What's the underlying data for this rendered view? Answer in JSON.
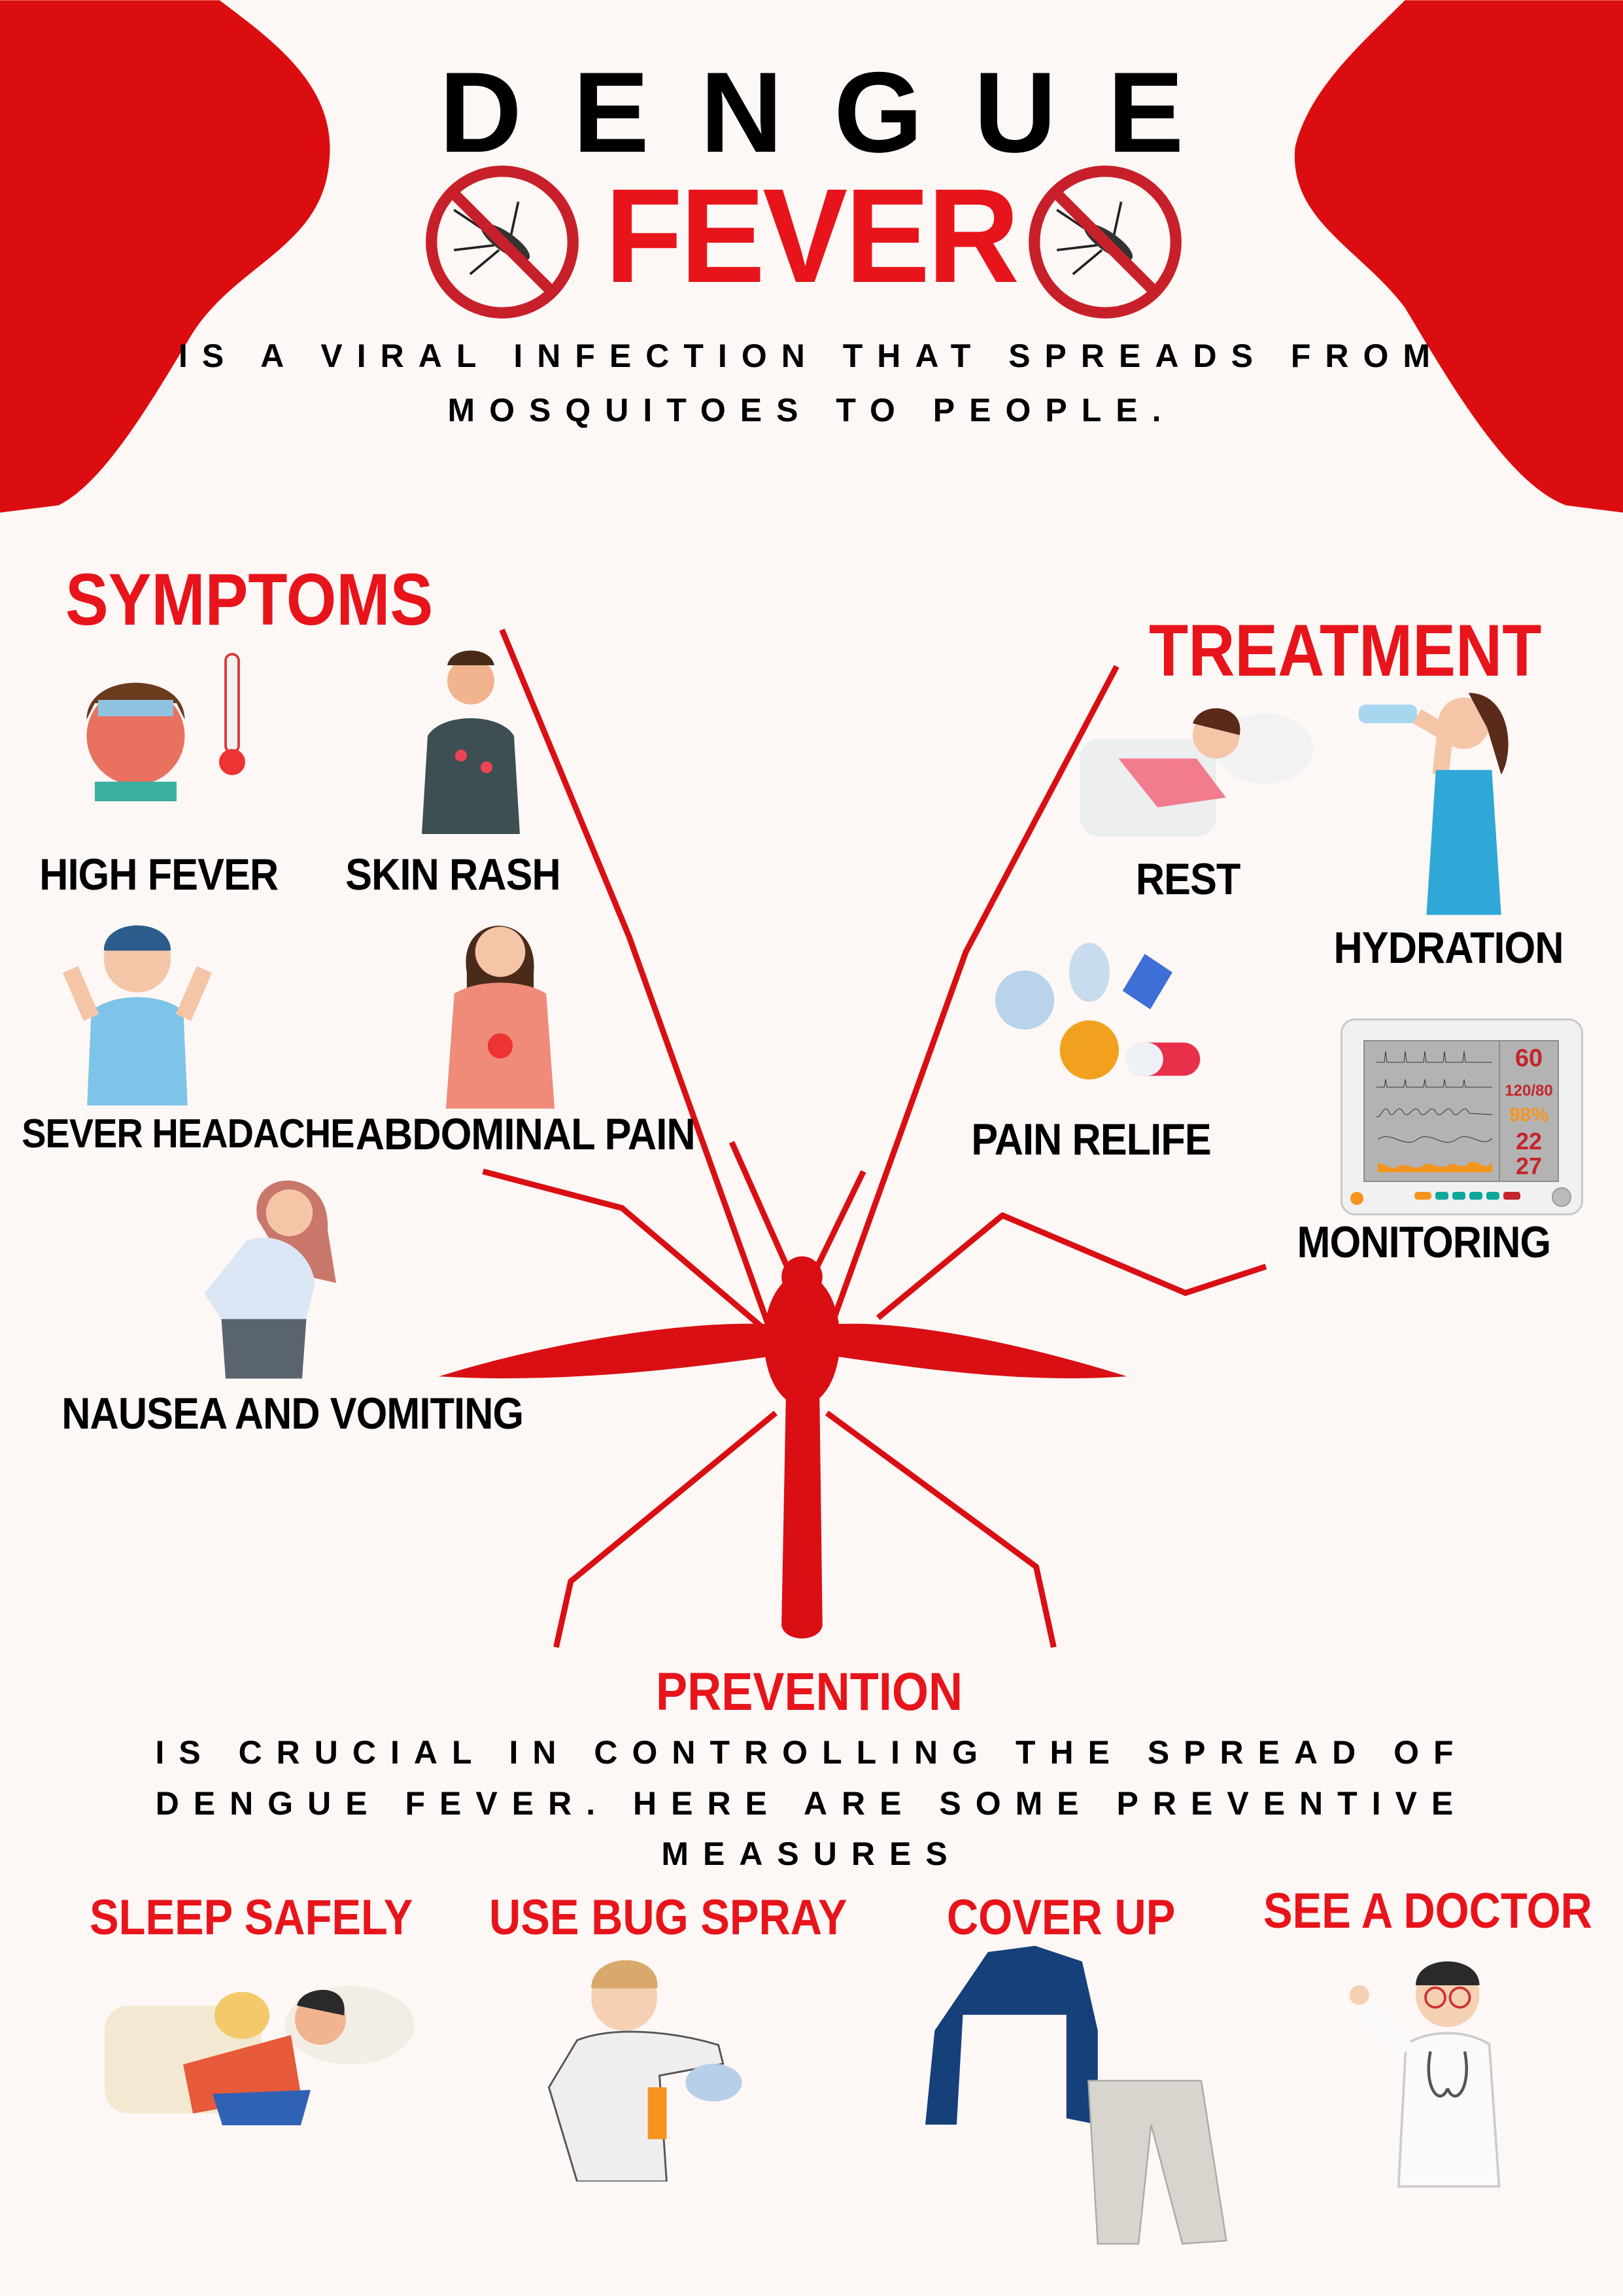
{
  "header": {
    "title_line1": "DENGUE",
    "title_line2": "FEVER",
    "subtitle_line1": "IS A VIRAL INFECTION THAT SPREADS FROM",
    "subtitle_line2": "MOSQUITOES TO PEOPLE."
  },
  "symptoms": {
    "heading": "SYMPTOMS",
    "items": [
      {
        "label": "HIGH FEVER"
      },
      {
        "label": "SKIN RASH"
      },
      {
        "label": "SEVER HEADACHE"
      },
      {
        "label": "ABDOMINAL PAIN"
      },
      {
        "label": "NAUSEA AND VOMITING"
      }
    ]
  },
  "treatment": {
    "heading": "TREATMENT",
    "items": [
      {
        "label": "REST"
      },
      {
        "label": "HYDRATION"
      },
      {
        "label": "PAIN RELIFE"
      },
      {
        "label": "MONITORING"
      }
    ],
    "monitor": {
      "heart_rate": "60",
      "blood_pressure": "120/80",
      "spo2": "98%",
      "resp": "22",
      "temp": "27"
    }
  },
  "prevention": {
    "heading": "PREVENTION",
    "text_line1": "IS CRUCIAL IN CONTROLLING THE SPREAD OF",
    "text_line2": "DENGUE FEVER. HERE ARE SOME PREVENTIVE",
    "text_line3": "MEASURES",
    "items": [
      {
        "label": "SLEEP SAFELY"
      },
      {
        "label": "USE BUG SPRAY"
      },
      {
        "label": "COVER UP"
      },
      {
        "label": "SEE A DOCTOR"
      }
    ]
  },
  "colors": {
    "accent": "#e8141b",
    "blob": "#dc0d10",
    "background": "#fdf8f6"
  }
}
